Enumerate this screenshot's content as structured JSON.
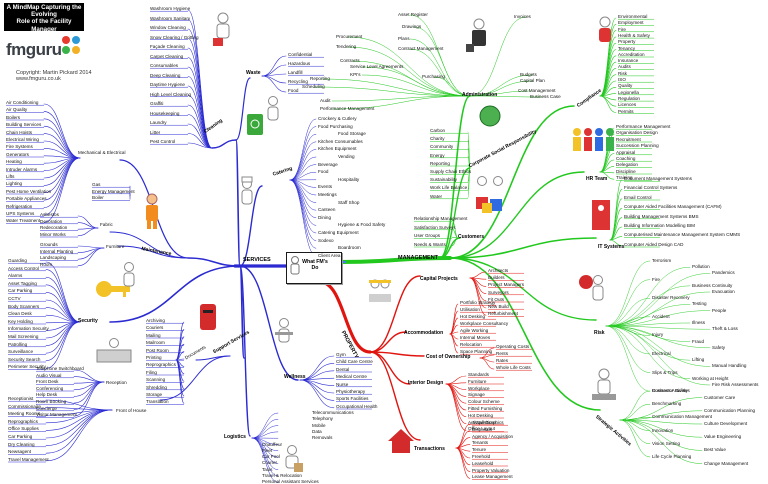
{
  "header": {
    "title_lines": [
      "A MindMap Capturing the Evolving",
      "Role of the Facility Manager",
      "Feb 2014"
    ],
    "logo_text": "fmguru",
    "copyright": "Copyright: Martin Pickard 2014",
    "website": "www.fmguru.co.uk"
  },
  "central": {
    "text": "What FM's Do"
  },
  "colors": {
    "blue": "#2b2bd1",
    "green": "#22c81e",
    "red": "#e0150f",
    "center_blue": "#3c7df5"
  },
  "branches": {
    "services": "SERVICES",
    "management": "MANAGEMENT",
    "property": "PROPERTY"
  },
  "services": {
    "cleaning": {
      "label": "Cleaning",
      "items": [
        "Washroom Hygiene",
        "Washroom Sanitary",
        "Window Cleaning",
        "Snow Clearing / Gritting",
        "Façade Cleaning",
        "Carpet Cleaning",
        "Consumables",
        "Deep Cleaning",
        "Daytime Hygiene",
        "High Level Cleaning",
        "Graffiti",
        "Housekeeping",
        "Laundry",
        "Litter",
        "Pest Control"
      ]
    },
    "waste": {
      "label": "Waste",
      "items": [
        "Confidential",
        "Hazardous",
        "Landfill",
        "Recycling",
        "Food"
      ]
    },
    "catering": {
      "label": "Catering",
      "items": [
        "Crockery & Cutlery",
        "Food Purchasing",
        "Food Storage",
        "Kitchen Consumables",
        "Kitchen Equipment",
        "Vending",
        "Beverage",
        "Food",
        "Hospitality",
        "Events",
        "Meetings",
        "Staff Shop",
        "Canteen",
        "Dining",
        "Hygiene & Food Safety",
        "Catering Equipment",
        "Sodexo",
        "Boardroom",
        "Client Area"
      ]
    },
    "maintenance": {
      "label": "Maintenance",
      "mech": "Mechanical & Electrical",
      "mech_items": [
        "Air Conditioning",
        "Air Quality",
        "Boilers",
        "Building Services",
        "Chain Hoists",
        "Electrical Wiring",
        "Fire Systems",
        "Generators",
        "Heating",
        "Intruder Alarms",
        "Lifts",
        "Lighting",
        "Pest Home Ventilation",
        "Portable Appliances",
        "Refrigeration",
        "UPS Systems",
        "Water Treatment"
      ],
      "fabric": "Fabric",
      "fabric_items": [
        "Asbestos",
        "Decoration",
        "Redecoration",
        "Minor Works"
      ],
      "gas_items": [
        "Gas",
        "Energy Management",
        "Boiler"
      ],
      "furniture": "Furniture",
      "furniture_items": [
        "Grounds",
        "Internal Planting",
        "Landscaping",
        "Roofs"
      ]
    },
    "security": {
      "label": "Security",
      "items": [
        "Guarding",
        "Access Control",
        "Alarms",
        "Asset Tagging",
        "Car Parking",
        "CCTV",
        "Body Scanners",
        "Clean Desk",
        "Key Holding",
        "Information Security",
        "Mail Screening",
        "Patrolling",
        "Surveillance",
        "Security Search",
        "Perimeter Security"
      ]
    },
    "support": {
      "label": "Support Services",
      "documents": "Documents",
      "doc_items": [
        "Archiving",
        "Couriers",
        "Mailing",
        "Mailroom",
        "Post Room",
        "Printing",
        "Reprographics",
        "Filing",
        "Scanning",
        "Shredding",
        "Storage",
        "Translation"
      ],
      "reception": "Reception",
      "reception_items": [
        "Telephone Switchboard",
        "Audio Visual",
        "Front Desk",
        "Conferencing",
        "Help Desk",
        "Room Booking",
        "Concierge",
        "Visitor Management"
      ],
      "front_of_house": "Front of House",
      "foh_items": [
        "Receptionist",
        "Commissionaire",
        "Meeting Rooms",
        "Reprographics",
        "Office Supplies",
        "Car Parking",
        "Dry Cleaning",
        "Newsagent",
        "Travel Management"
      ]
    },
    "wellness": {
      "label": "Wellness",
      "items": [
        "Gym",
        "Child Care Centre",
        "Dental",
        "Medical Centre",
        "Nurse",
        "Physiotherapy",
        "Sports Facilities",
        "Occupational Health"
      ]
    },
    "logistics": {
      "label": "Logistics",
      "items": [
        "Telecommunications",
        "Telephony",
        "Mobile",
        "Data",
        "Removals",
        "Chauffeur",
        "Fleet",
        "Car Pool",
        "Courier",
        "Taxis",
        "Travel & Relocation",
        "Personal Assistant Services"
      ]
    }
  },
  "management": {
    "administration": {
      "label": "Administration",
      "items": [
        "Asset Register",
        "Drawings",
        "Plans",
        "Contract Management",
        "Service Level Agreements",
        "KPI's",
        "Reporting",
        "Scheduling",
        "Audit",
        "Performance Management",
        "Procurement",
        "Tendering",
        "Contracts",
        "Purchasing",
        "Budgets",
        "Capital Plan",
        "Cost Management",
        "Business Case",
        "Invoices"
      ]
    },
    "csr": {
      "label": "Corporate Social Responsibility",
      "items": [
        "Carbon",
        "Charity",
        "Community",
        "Energy",
        "Reporting",
        "Supply Chain Ethics",
        "Sustainability",
        "Work Life Balance",
        "Water"
      ]
    },
    "customers": {
      "label": "Customers",
      "items": [
        "Relationship Management",
        "Satisfaction Surveys",
        "User Groups",
        "Needs & Wants"
      ]
    },
    "compliance": {
      "label": "Compliance",
      "items": [
        "Environmental",
        "Employment",
        "Fire",
        "Health & Safety",
        "Property",
        "Tenancy",
        "Accreditation",
        "Insurance",
        "Audits",
        "Risk",
        "ISO",
        "Quality",
        "Legionella",
        "Regulation",
        "Licences",
        "Permits"
      ]
    },
    "hr_team": {
      "label": "HR Team",
      "items": [
        "Performance Management",
        "Organisation Design",
        "Recruitment",
        "Succession Planning",
        "Appraisal",
        "Coaching",
        "Delegation",
        "Discipline",
        "Training"
      ]
    },
    "it_systems": {
      "label": "IT Systems",
      "items": [
        "Document Management Systems",
        "Financial Control Systems",
        "Email Control",
        "Computer Aided Facilities Management (CAFM)",
        "Building Management Systems BMS",
        "Building Information Modelling BIM",
        "Computerised Maintenance Management System CMMS",
        "Computer Aided Design CAD"
      ]
    },
    "risk": {
      "label": "Risk",
      "items": [
        "Terrorism",
        "Pollution",
        "Pandemics",
        "Fire",
        "Business Continuity",
        "Evacuation",
        "Disaster Recovery",
        "Testing",
        "People",
        "Accident",
        "Illness",
        "Theft & Loss",
        "Injury",
        "Fraud",
        "Safety",
        "Electrical",
        "Lifting",
        "Manual Handling",
        "Slips & Trips",
        "Working at Height",
        "Fire Risk Assessments",
        "Contractor Safety"
      ]
    },
    "strategic": {
      "label": "Strategic Activities",
      "items": [
        "Business Activities",
        "Customer Care",
        "Benchmarking",
        "Communication Planning",
        "Communication Management",
        "Culture Development",
        "Innovation",
        "Value Engineering",
        "Vision Setting",
        "Best Value",
        "Life Cycle Planning",
        "Change Management"
      ]
    }
  },
  "property": {
    "capital": {
      "label": "Capital Projects",
      "items": [
        "Architects",
        "Builders",
        "Project Managers",
        "Surveyors",
        "Fit Outs",
        "New Build",
        "Refurbishment"
      ]
    },
    "accommodation": {
      "label": "Accommodation",
      "items": [
        "Portfolio Strategy",
        "Utilisation",
        "Hot Desking",
        "Workplace Consultancy",
        "Agile Working",
        "Internal Moves",
        "Relocation",
        "Space Planning"
      ]
    },
    "cost": {
      "label": "Cost of Ownership",
      "items": [
        "Operating Costs",
        "Rents",
        "Rates",
        "Whole Life Costs"
      ]
    },
    "interior": {
      "label": "Interior Design",
      "items": [
        "Standards",
        "Furniture",
        "Workplace",
        "Signage",
        "Colour Scheme",
        "Fitted Furnishing",
        "Hot Desking",
        "Art/Wall Graphics",
        "Office Layout"
      ]
    },
    "transactions": {
      "label": "Transactions",
      "items": [
        "Acquisitions",
        "Disposals",
        "Agency / Acquisition",
        "Tenants",
        "Tenure",
        "Freehold",
        "Leasehold",
        "Property Valuation",
        "Lease Management"
      ]
    }
  }
}
